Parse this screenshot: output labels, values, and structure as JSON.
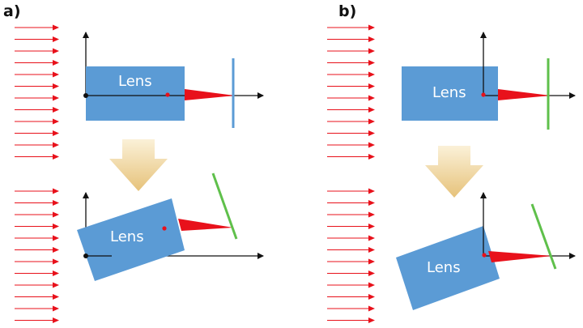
{
  "panels": [
    {
      "id": "a",
      "label": "a)",
      "lens_label": "Lens"
    },
    {
      "id": "b",
      "label": "b)",
      "lens_label": "Lens"
    }
  ],
  "colors": {
    "lens": "#5b9bd5",
    "ray": "#e8111b",
    "focus_spot": "#e8111b",
    "axis": "#111111",
    "detector_fixed": "#5b9bd5",
    "detector_tilted": "#5fc04b",
    "transition_arrow_top": "#fbf1d8",
    "transition_arrow_bottom": "#e6c27a"
  },
  "icons": {
    "incident_rays": "arrow-right-icon",
    "transition": "arrow-down-icon"
  }
}
